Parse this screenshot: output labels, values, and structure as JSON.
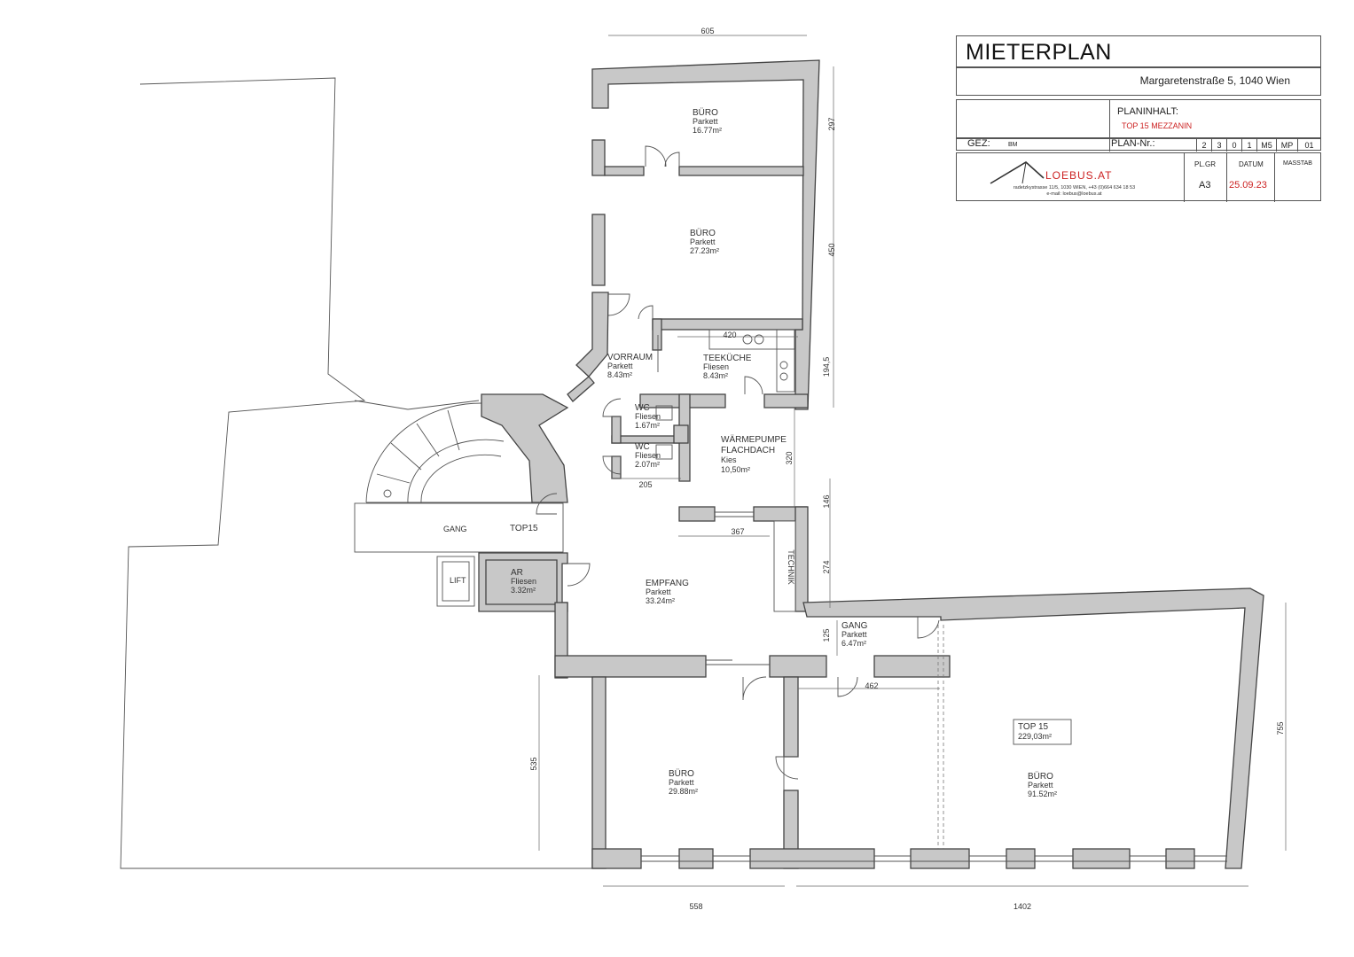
{
  "title_block": {
    "title": "MIETERPLAN",
    "address": "Margaretenstraße 5, 1040 Wien",
    "planinhalt_label": "PLANINHALT:",
    "planinhalt_value": "TOP 15 MEZZANIN",
    "gez_label": "GEZ:",
    "gez_value": "BM",
    "plan_nr_label": "PLAN-Nr.:",
    "plan_nr_parts": [
      "2",
      "3",
      "0",
      "1",
      "M5",
      "MP",
      "01"
    ],
    "company": "LOEBUS.AT",
    "company_address": "radetzkystrasse 11/5, 1030 WIEN,  +43 (0)664 634 18 53",
    "company_email": "e-mail: loebus@loebus.at",
    "plgr_label": "PL.GR",
    "plgr_value": "A3",
    "datum_label": "DATUM",
    "datum_value": "25.09.23",
    "masstab_label": "MASSTAB",
    "accent_color": "#cc2222"
  },
  "rooms": [
    {
      "name": "BÜRO",
      "floor": "Parkett",
      "area": "16.77m²"
    },
    {
      "name": "BÜRO",
      "floor": "Parkett",
      "area": "27.23m²"
    },
    {
      "name": "VORRAUM",
      "floor": "Parkett",
      "area": "8.43m²"
    },
    {
      "name": "TEEKÜCHE",
      "floor": "Fliesen",
      "area": "8.43m²"
    },
    {
      "name": "WC",
      "floor": "Fliesen",
      "area": "1.67m²"
    },
    {
      "name": "WC",
      "floor": "Fliesen",
      "area": "2.07m²"
    },
    {
      "name": "WÄRMEPUMPE",
      "name2": "FLACHDACH",
      "floor": "Kies",
      "area": "10,50m²"
    },
    {
      "name": "AR",
      "floor": "Fliesen",
      "area": "3.32m²"
    },
    {
      "name": "EMPFANG",
      "floor": "Parkett",
      "area": "33.24m²"
    },
    {
      "name": "GANG",
      "floor": "Parkett",
      "area": "6.47m²"
    },
    {
      "name": "BÜRO",
      "floor": "Parkett",
      "area": "29.88m²"
    },
    {
      "name": "BÜRO",
      "floor": "Parkett",
      "area": "91.52m²"
    }
  ],
  "labels": {
    "gang": "GANG",
    "top15_entry": "TOP15",
    "lift": "LIFT",
    "technik": "TECHNIK",
    "unit_name": "TOP 15",
    "unit_area": "229,03m²"
  },
  "dimensions": [
    "605",
    "297",
    "450",
    "194,5",
    "420",
    "320",
    "205",
    "146",
    "367",
    "274",
    "125",
    "462",
    "755",
    "535",
    "558",
    "1402"
  ]
}
